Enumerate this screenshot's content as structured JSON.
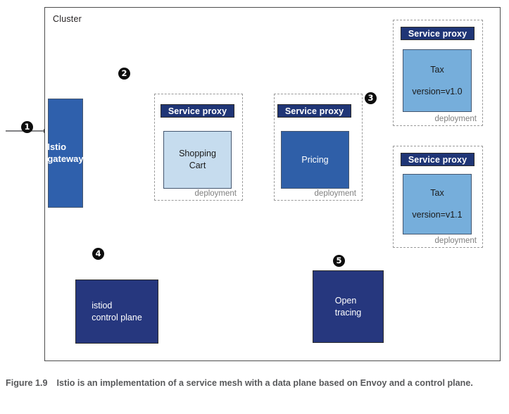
{
  "figure": {
    "number": "Figure 1.9",
    "caption": "Istio is an implementation of a service mesh with a data plane based on Envoy and a control plane."
  },
  "cluster": {
    "label": "Cluster"
  },
  "colors": {
    "service_proxy_fill": "#1f3576",
    "gateway_fill": "#2f60ac",
    "shopping_cart_fill": "#c6dcee",
    "pricing_fill": "#2f5fa8",
    "tax_fill": "#76aedb",
    "control_plane_fill": "#26377e",
    "tracing_fill": "#26377e",
    "badge_fill": "#0d0d0d",
    "dashed_border": "#9a9a9a",
    "frame_border": "#4d4d4d",
    "connector": "#58595b"
  },
  "nodes": {
    "gateway": {
      "label": "Istio gateway",
      "line1": "Istio",
      "line2": "gateway"
    },
    "istiod": {
      "label": "istiod control plane",
      "line1": "istiod",
      "line2": "control plane"
    },
    "tracing": {
      "label": "Open tracing",
      "line1": "Open",
      "line2": "tracing"
    }
  },
  "deployments": [
    {
      "id": "shopping-cart",
      "proxy_label": "Service proxy",
      "workload_name": "Shopping Cart",
      "workload_line1": "Shopping",
      "workload_line2": "Cart",
      "version": "",
      "footer": "deployment"
    },
    {
      "id": "pricing",
      "proxy_label": "Service proxy",
      "workload_name": "Pricing",
      "workload_line1": "Pricing",
      "workload_line2": "",
      "version": "",
      "footer": "deployment"
    },
    {
      "id": "tax-v1-0",
      "proxy_label": "Service proxy",
      "workload_name": "Tax",
      "workload_line1": "Tax",
      "workload_line2": "",
      "version": "version=v1.0",
      "footer": "deployment"
    },
    {
      "id": "tax-v1-1",
      "proxy_label": "Service proxy",
      "workload_name": "Tax",
      "workload_line1": "Tax",
      "workload_line2": "",
      "version": "version=v1.1",
      "footer": "deployment"
    }
  ],
  "steps": [
    {
      "number": "1",
      "at": "ingress-into-gateway"
    },
    {
      "number": "2",
      "at": "gateway-to-shopping-cart-proxy"
    },
    {
      "number": "3",
      "at": "pricing-proxy-to-tax-proxies"
    },
    {
      "number": "4",
      "at": "istiod-to-gateway-and-proxies"
    },
    {
      "number": "5",
      "at": "proxies-to-open-tracing"
    }
  ]
}
